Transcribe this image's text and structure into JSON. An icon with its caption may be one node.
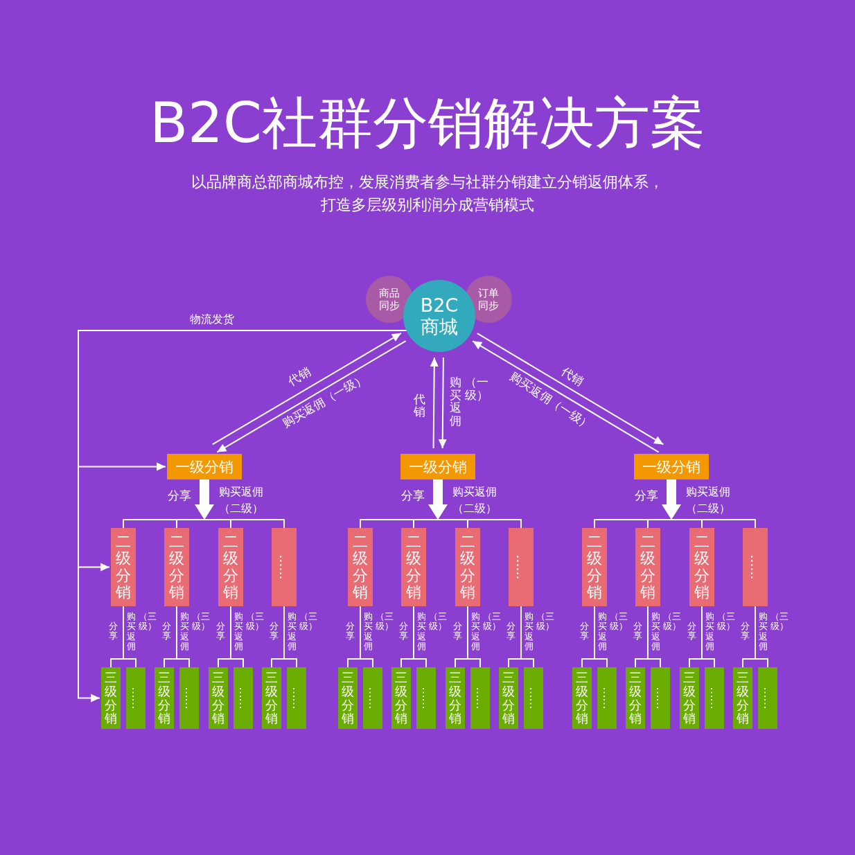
{
  "diagram": {
    "title": "B2C社群分销解决方案",
    "nodes": [
      {
        "text": [
          "B2C商城"
        ]
      },
      {
        "text": [
          "商品同步"
        ]
      },
      {
        "text": [
          "订单同步"
        ]
      },
      {
        "text": [
          "一级分销"
        ]
      },
      {
        "text": [
          "一级分销"
        ]
      },
      {
        "text": [
          "一级分销"
        ]
      },
      {
        "text": [
          "二级分销"
        ]
      },
      {
        "text": [
          "二级分销"
        ]
      },
      {
        "text": [
          "二级分销"
        ]
      },
      {
        "text": [
          "……"
        ]
      },
      {
        "text": [
          "二级分销"
        ]
      },
      {
        "text": [
          "二级分销"
        ]
      },
      {
        "text": [
          "二级分销"
        ]
      },
      {
        "text": [
          "……"
        ]
      },
      {
        "text": [
          "二级分销"
        ]
      },
      {
        "text": [
          "二级分销"
        ]
      },
      {
        "text": [
          "二级分销"
        ]
      },
      {
        "text": [
          "……"
        ]
      },
      {
        "text": [
          "三级分销"
        ]
      },
      {
        "text": [
          "……"
        ]
      },
      {
        "text": [
          "三级分销"
        ]
      },
      {
        "text": [
          "……"
        ]
      },
      {
        "text": [
          "三级分销"
        ]
      },
      {
        "text": [
          "……"
        ]
      },
      {
        "text": [
          "三级分销"
        ]
      },
      {
        "text": [
          "……"
        ]
      },
      {
        "text": [
          "三级分销"
        ]
      },
      {
        "text": [
          "……"
        ]
      },
      {
        "text": [
          "三级分销"
        ]
      },
      {
        "text": [
          "……"
        ]
      },
      {
        "text": [
          "三级分销"
        ]
      },
      {
        "text": [
          "……"
        ]
      },
      {
        "text": [
          "三级分销"
        ]
      },
      {
        "text": [
          "……"
        ]
      },
      {
        "text": [
          "三级分销"
        ]
      },
      {
        "text": [
          "……"
        ]
      },
      {
        "text": [
          "三级分销"
        ]
      },
      {
        "text": [
          "……"
        ]
      },
      {
        "text": [
          "三级分销"
        ]
      },
      {
        "text": [
          "……"
        ]
      },
      {
        "text": [
          "三级分销"
        ]
      },
      {
        "text": [
          "……"
        ]
      }
    ],
    "edges": [
      {
        "from": 3,
        "to": 0,
        "arrow": "to",
        "label": "代销"
      },
      {
        "from": 0,
        "to": 3,
        "arrow": "to",
        "label": "购买返佣（一级）"
      },
      {
        "from": 4,
        "to": 0,
        "arrow": "to",
        "label": "代销"
      },
      {
        "from": 0,
        "to": 4,
        "arrow": "to",
        "label": "购买返佣（一级）"
      },
      {
        "from": 0,
        "to": 5,
        "arrow": "to",
        "label": "代销"
      },
      {
        "from": 5,
        "to": 0,
        "arrow": "to",
        "label": "购买返佣（一级）"
      },
      {
        "from": 0,
        "to": 3,
        "arrow": "to",
        "label": "物流发货"
      },
      {
        "from": 0,
        "to": 6,
        "arrow": "to"
      },
      {
        "from": 0,
        "to": 18,
        "arrow": "to"
      },
      {
        "from": 3,
        "to": 6,
        "arrow": "none"
      },
      {
        "from": 3,
        "to": 7,
        "arrow": "none"
      },
      {
        "from": 3,
        "to": 8,
        "arrow": "none"
      },
      {
        "from": 3,
        "to": 9,
        "arrow": "none"
      },
      {
        "from": 4,
        "to": 10,
        "arrow": "none"
      },
      {
        "from": 4,
        "to": 11,
        "arrow": "none"
      },
      {
        "from": 4,
        "to": 12,
        "arrow": "none"
      },
      {
        "from": 4,
        "to": 13,
        "arrow": "none"
      },
      {
        "from": 5,
        "to": 14,
        "arrow": "none"
      },
      {
        "from": 5,
        "to": 15,
        "arrow": "none"
      },
      {
        "from": 5,
        "to": 16,
        "arrow": "none"
      },
      {
        "from": 5,
        "to": 17,
        "arrow": "none"
      },
      {
        "from": 6,
        "to": 18,
        "arrow": "none"
      },
      {
        "from": 6,
        "to": 19,
        "arrow": "none"
      },
      {
        "from": 7,
        "to": 20,
        "arrow": "none"
      },
      {
        "from": 7,
        "to": 21,
        "arrow": "none"
      },
      {
        "from": 8,
        "to": 22,
        "arrow": "none"
      },
      {
        "from": 8,
        "to": 23,
        "arrow": "none"
      },
      {
        "from": 9,
        "to": 24,
        "arrow": "none"
      },
      {
        "from": 9,
        "to": 25,
        "arrow": "none"
      },
      {
        "from": 10,
        "to": 26,
        "arrow": "none"
      },
      {
        "from": 10,
        "to": 27,
        "arrow": "none"
      },
      {
        "from": 11,
        "to": 28,
        "arrow": "none"
      },
      {
        "from": 11,
        "to": 29,
        "arrow": "none"
      },
      {
        "from": 12,
        "to": 30,
        "arrow": "none"
      },
      {
        "from": 12,
        "to": 31,
        "arrow": "none"
      },
      {
        "from": 13,
        "to": 32,
        "arrow": "none"
      },
      {
        "from": 13,
        "to": 33,
        "arrow": "none"
      },
      {
        "from": 14,
        "to": 34,
        "arrow": "none"
      },
      {
        "from": 14,
        "to": 35,
        "arrow": "none"
      },
      {
        "from": 15,
        "to": 36,
        "arrow": "none"
      },
      {
        "from": 15,
        "to": 37,
        "arrow": "none"
      },
      {
        "from": 16,
        "to": 38,
        "arrow": "none"
      },
      {
        "from": 16,
        "to": 39,
        "arrow": "none"
      },
      {
        "from": 17,
        "to": 40,
        "arrow": "none"
      },
      {
        "from": 17,
        "to": 41,
        "arrow": "none"
      }
    ],
    "labels": [
      "以品牌商总部商城布控，发展消费者参与社群分销建立分销返佣体系，打造多层级别利润分成营销模式",
      "分享",
      "购买返佣（二级）",
      "分享",
      "购买返佣（二级）",
      "分享",
      "购买返佣（二级）",
      "分享",
      "购买返佣（三级）",
      "分享",
      "购买返佣（三级）",
      "分享",
      "购买返佣（三级）",
      "分享",
      "购买返佣（三级）",
      "分享",
      "购买返佣（三级）",
      "分享",
      "购买返佣（三级）",
      "分享",
      "购买返佣（三级）",
      "分享",
      "购买返佣（三级）",
      "分享",
      "购买返佣（三级）",
      "分享",
      "购买返佣（三级）",
      "分享",
      "购买返佣（三级）",
      "分享",
      "购买返佣（三级）"
    ]
  }
}
